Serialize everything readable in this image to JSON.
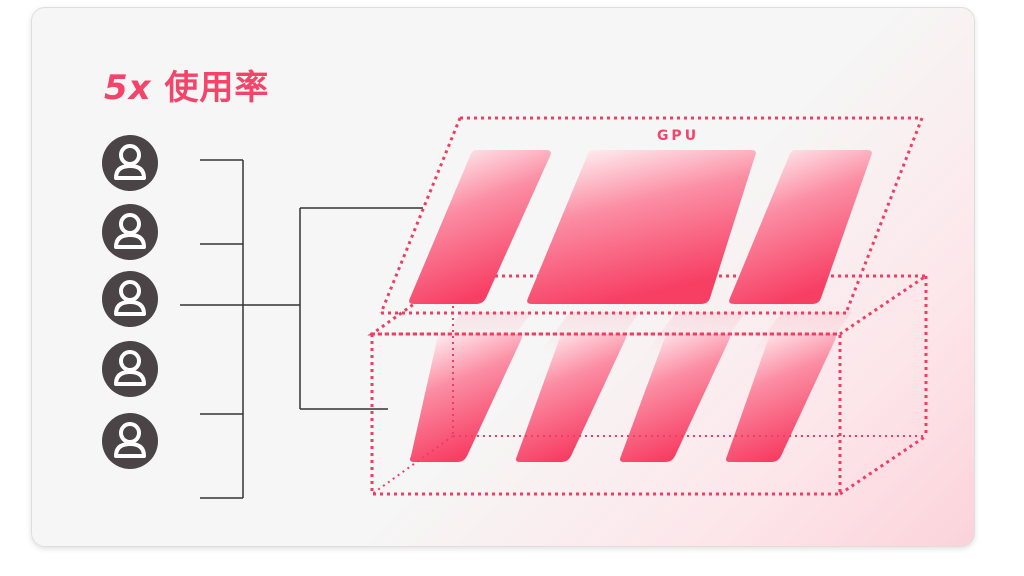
{
  "headline": {
    "multiplier": "5x",
    "text": "使用率"
  },
  "gpu": {
    "label": "GPU"
  },
  "users": {
    "count": 5,
    "icon": "user-icon"
  },
  "gpu_layers": [
    {
      "name": "upper-layer",
      "slices": 3
    },
    {
      "name": "lower-layer",
      "slices": 4
    }
  ],
  "colors": {
    "accent": "#f4446a",
    "icon": "#4a4446",
    "line": "#333333",
    "dotted": "#ef3d64"
  }
}
